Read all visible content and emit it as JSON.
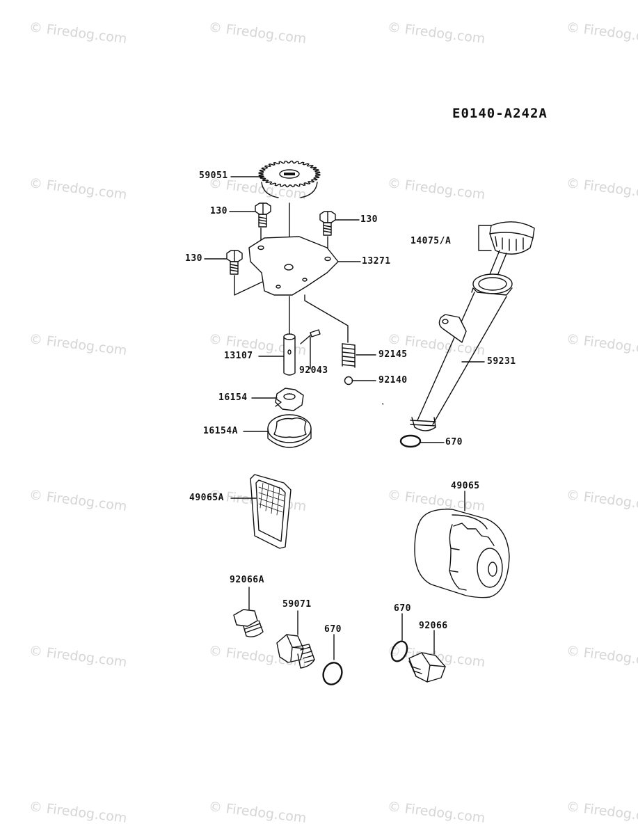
{
  "diagram_code": "E0140-A242A",
  "watermark": "© Firedog.com",
  "parts": [
    {
      "id": "p1",
      "label": "59051"
    },
    {
      "id": "p2",
      "label": "130"
    },
    {
      "id": "p3",
      "label": "130"
    },
    {
      "id": "p4",
      "label": "130"
    },
    {
      "id": "p5",
      "label": "13271"
    },
    {
      "id": "p6",
      "label": "14075/A"
    },
    {
      "id": "p7",
      "label": "59231"
    },
    {
      "id": "p8",
      "label": "13107"
    },
    {
      "id": "p9",
      "label": "92043"
    },
    {
      "id": "p10",
      "label": "92145"
    },
    {
      "id": "p11",
      "label": "92140"
    },
    {
      "id": "p12",
      "label": "16154"
    },
    {
      "id": "p13",
      "label": "16154A"
    },
    {
      "id": "p14",
      "label": "670"
    },
    {
      "id": "p15",
      "label": "49065A"
    },
    {
      "id": "p16",
      "label": "49065"
    },
    {
      "id": "p17",
      "label": "92066A"
    },
    {
      "id": "p18",
      "label": "59071"
    },
    {
      "id": "p19",
      "label": "670"
    },
    {
      "id": "p20",
      "label": "670"
    },
    {
      "id": "p21",
      "label": "92066"
    }
  ]
}
